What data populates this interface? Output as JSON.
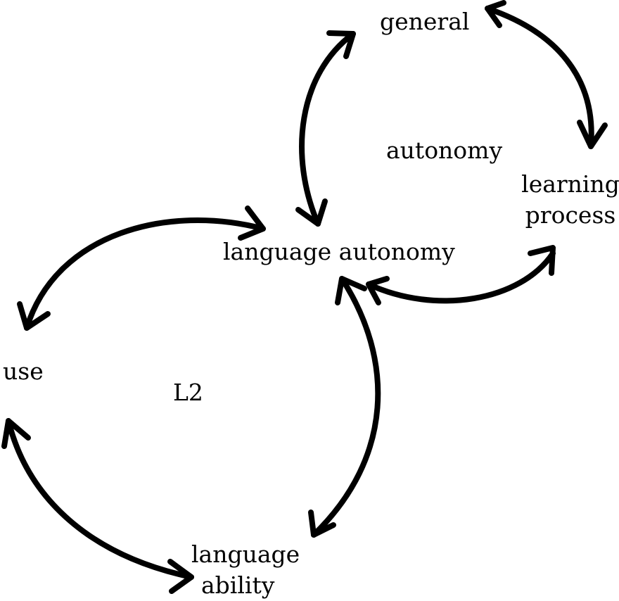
{
  "diagram": {
    "labels": {
      "general": "general",
      "autonomy": "autonomy",
      "learning_process_line1": "learning",
      "learning_process_line2": "process",
      "language_autonomy": "language autonomy",
      "use": "use",
      "l2": "L2",
      "language_ability_line1": "language",
      "language_ability_line2": "ability"
    },
    "edges": [
      {
        "from": "language autonomy",
        "to": "general",
        "direction": "both"
      },
      {
        "from": "general",
        "to": "learning process",
        "direction": "both"
      },
      {
        "from": "learning process",
        "to": "language autonomy",
        "direction": "both"
      },
      {
        "from": "language autonomy",
        "to": "use",
        "direction": "both"
      },
      {
        "from": "use",
        "to": "language ability",
        "direction": "both"
      },
      {
        "from": "language ability",
        "to": "language autonomy",
        "direction": "both"
      }
    ],
    "colors": {
      "ink": "#000000",
      "background": "#ffffff"
    }
  }
}
